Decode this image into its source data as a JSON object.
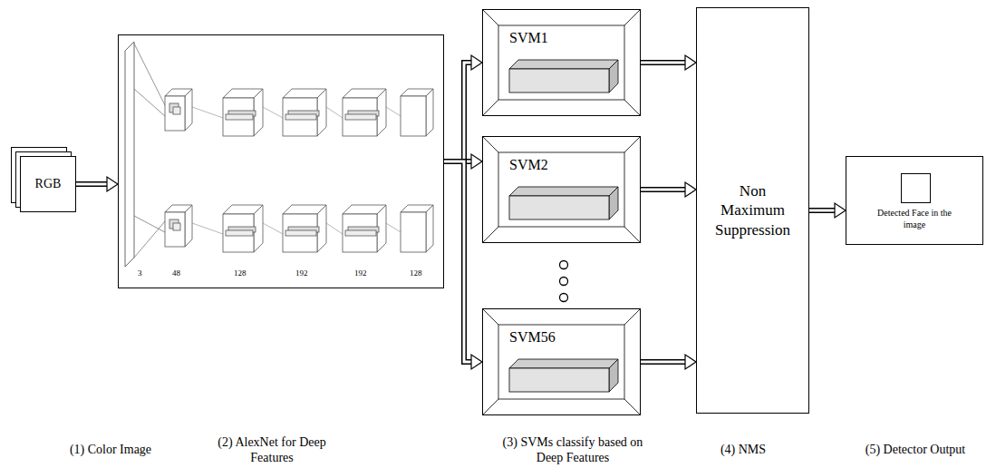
{
  "diagram": {
    "nodes": [
      {
        "text": [
          "RGB"
        ]
      },
      {
        "text": [
          "3",
          "48",
          "128",
          "192",
          "192",
          "128"
        ]
      },
      {
        "text": [
          "SVM1"
        ]
      },
      {
        "text": [
          "SVM2"
        ]
      },
      {
        "text": [
          "SVM56"
        ]
      },
      {
        "text": [
          "Non Maximum Suppression"
        ]
      },
      {
        "text": [
          "Detected Face in the image"
        ]
      }
    ],
    "edges": [
      {
        "from": 0,
        "to": 1,
        "arrow": "to"
      },
      {
        "from": 1,
        "to": 2,
        "arrow": "to"
      },
      {
        "from": 1,
        "to": 3,
        "arrow": "to"
      },
      {
        "from": 1,
        "to": 4,
        "arrow": "to"
      },
      {
        "from": 2,
        "to": 5,
        "arrow": "to"
      },
      {
        "from": 3,
        "to": 5,
        "arrow": "to"
      },
      {
        "from": 4,
        "to": 5,
        "arrow": "to"
      },
      {
        "from": 5,
        "to": 6,
        "arrow": "to"
      }
    ],
    "labels": [
      "(1) Color Image",
      "(2) AlexNet for Deep Features",
      "(3) SVMs classify based on Deep Features",
      "(4) NMS",
      "(5) Detector Output"
    ]
  }
}
